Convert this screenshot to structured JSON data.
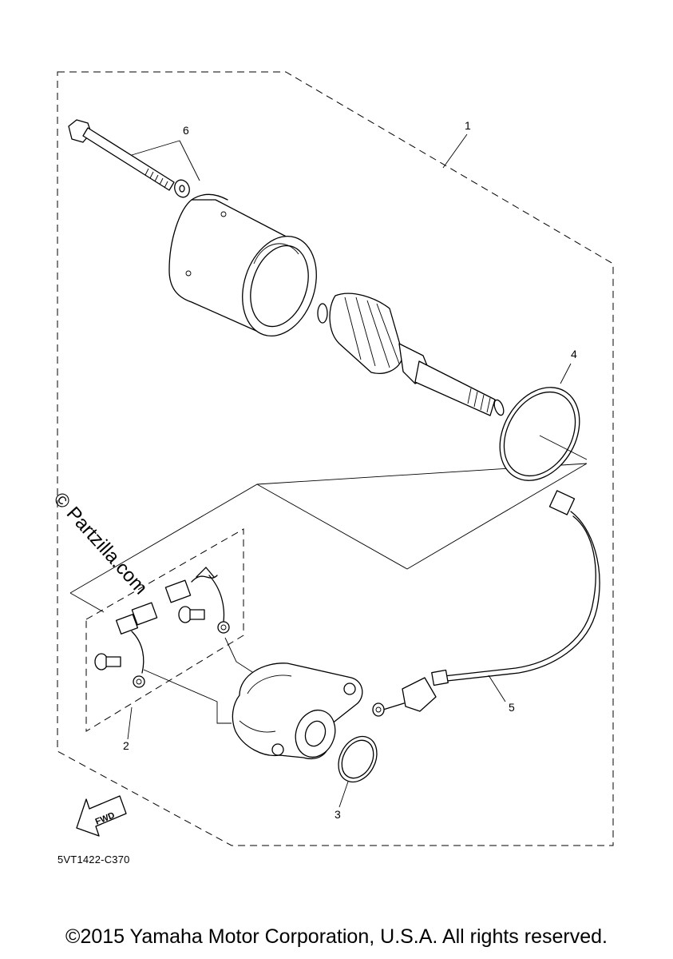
{
  "diagram": {
    "callouts": [
      "1",
      "2",
      "3",
      "4",
      "5",
      "6"
    ],
    "part_code": "5VT1422-C370",
    "fwd_label": "FWD",
    "watermark": "© Partzilla.com"
  },
  "footer": {
    "copyright": "©2015 Yamaha Motor Corporation, U.S.A. All rights reserved."
  }
}
